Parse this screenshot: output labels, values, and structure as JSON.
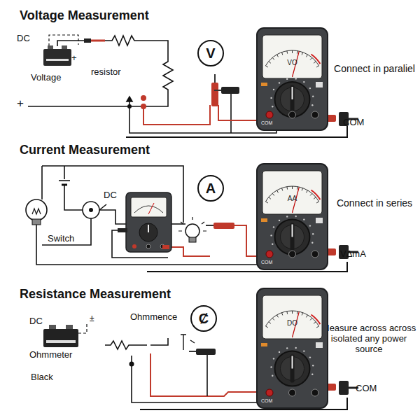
{
  "diagram": {
    "nodes": [
      {
        "text": [
          "V"
        ]
      },
      {
        "text": [
          "VO",
          "COM"
        ]
      },
      {
        "text": [
          "A"
        ]
      },
      {
        "text": [
          "AA",
          "COM"
        ]
      },
      {
        "text": [
          "Ȼ"
        ]
      },
      {
        "text": [
          "DO",
          "COM"
        ]
      }
    ],
    "labels": [
      "Voltage Measurement",
      "DC",
      "+",
      "Voltage",
      "resistor",
      "+",
      "Connect in paraliel",
      "COM",
      "Current Measurement",
      "DC",
      "Switch",
      "Connect in series",
      "VΔmA",
      "Resistance Measurement",
      "DC",
      "±",
      "Ohmmence",
      "Ohmmeter",
      "Black",
      "Measure across across isolated any power source",
      "COM"
    ]
  }
}
